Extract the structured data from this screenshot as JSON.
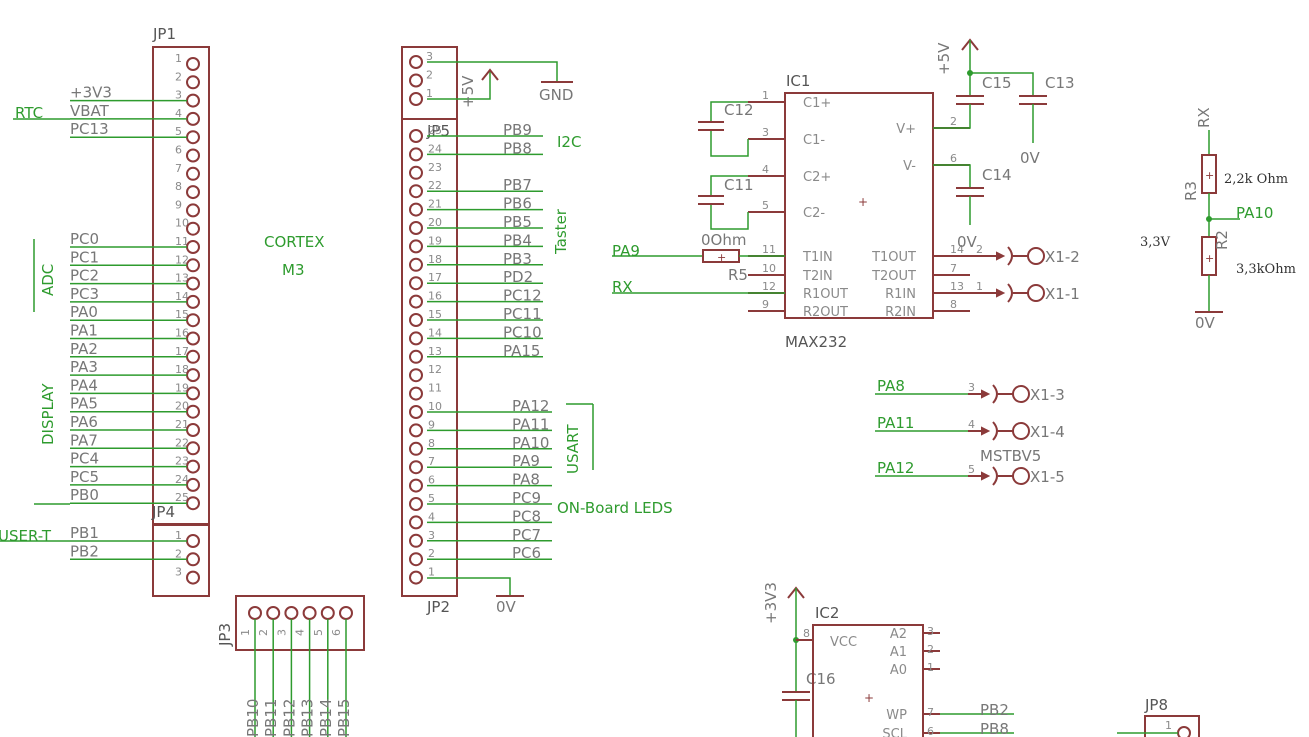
{
  "jp1": {
    "name": "JP1",
    "pins": [
      {
        "n": "1",
        "net": ""
      },
      {
        "n": "2",
        "net": ""
      },
      {
        "n": "3",
        "net": "+3V3"
      },
      {
        "n": "4",
        "net": "VBAT"
      },
      {
        "n": "5",
        "net": "PC13"
      },
      {
        "n": "6",
        "net": ""
      },
      {
        "n": "7",
        "net": ""
      },
      {
        "n": "8",
        "net": ""
      },
      {
        "n": "9",
        "net": ""
      },
      {
        "n": "10",
        "net": ""
      },
      {
        "n": "11",
        "net": "PC0"
      },
      {
        "n": "12",
        "net": "PC1"
      },
      {
        "n": "13",
        "net": "PC2"
      },
      {
        "n": "14",
        "net": "PC3"
      },
      {
        "n": "15",
        "net": "PA0"
      },
      {
        "n": "16",
        "net": "PA1"
      },
      {
        "n": "17",
        "net": "PA2"
      },
      {
        "n": "18",
        "net": "PA3"
      },
      {
        "n": "19",
        "net": "PA4"
      },
      {
        "n": "20",
        "net": "PA5"
      },
      {
        "n": "21",
        "net": "PA6"
      },
      {
        "n": "22",
        "net": "PA7"
      },
      {
        "n": "23",
        "net": "PC4"
      },
      {
        "n": "24",
        "net": "PC5"
      },
      {
        "n": "25",
        "net": "PB0"
      }
    ]
  },
  "jp4": {
    "name": "JP4",
    "pins": [
      {
        "n": "1",
        "net": "PB1"
      },
      {
        "n": "2",
        "net": "PB2"
      },
      {
        "n": "3",
        "net": ""
      }
    ]
  },
  "jp5": {
    "name": "JP5",
    "pins": [
      {
        "n": "3"
      },
      {
        "n": "2"
      },
      {
        "n": "1"
      }
    ],
    "net_5v": "+5V",
    "net_gnd": "GND"
  },
  "jp2": {
    "name": "JP2",
    "pins": [
      {
        "n": "25",
        "net": "PB9"
      },
      {
        "n": "24",
        "net": "PB8"
      },
      {
        "n": "23",
        "net": ""
      },
      {
        "n": "22",
        "net": "PB7"
      },
      {
        "n": "21",
        "net": "PB6"
      },
      {
        "n": "20",
        "net": "PB5"
      },
      {
        "n": "19",
        "net": "PB4"
      },
      {
        "n": "18",
        "net": "PB3"
      },
      {
        "n": "17",
        "net": "PD2"
      },
      {
        "n": "16",
        "net": "PC12"
      },
      {
        "n": "15",
        "net": "PC11"
      },
      {
        "n": "14",
        "net": "PC10"
      },
      {
        "n": "13",
        "net": "PA15"
      },
      {
        "n": "12",
        "net": ""
      },
      {
        "n": "11",
        "net": ""
      },
      {
        "n": "10",
        "net": "PA12"
      },
      {
        "n": "9",
        "net": "PA11"
      },
      {
        "n": "8",
        "net": "PA10"
      },
      {
        "n": "7",
        "net": "PA9"
      },
      {
        "n": "6",
        "net": "PA8"
      },
      {
        "n": "5",
        "net": "PC9"
      },
      {
        "n": "4",
        "net": "PC8"
      },
      {
        "n": "3",
        "net": "PC7"
      },
      {
        "n": "2",
        "net": "PC6"
      },
      {
        "n": "1",
        "net": ""
      }
    ],
    "gnd": "0V"
  },
  "jp3": {
    "name": "JP3",
    "pins": [
      {
        "n": "1",
        "net": "PB10"
      },
      {
        "n": "2",
        "net": "PB11"
      },
      {
        "n": "3",
        "net": "PB12"
      },
      {
        "n": "4",
        "net": "PB13"
      },
      {
        "n": "5",
        "net": "PB14"
      },
      {
        "n": "6",
        "net": "PB15"
      }
    ]
  },
  "groups": {
    "rtc": "RTC",
    "adc": "ADC",
    "display": "DISPLAY",
    "user_t": "USER-T",
    "cortex": "CORTEX",
    "m3": "M3",
    "i2c": "I2C",
    "taster": "Taster",
    "usart": "USART",
    "leds": "ON-Board LEDS"
  },
  "ic1": {
    "name": "IC1",
    "type": "MAX232",
    "pins_left": [
      {
        "n": "1",
        "label": "C1+"
      },
      {
        "n": "3",
        "label": "C1-"
      },
      {
        "n": "4",
        "label": "C2+"
      },
      {
        "n": "5",
        "label": "C2-"
      },
      {
        "n": "11",
        "label": "T1IN"
      },
      {
        "n": "10",
        "label": "T2IN"
      },
      {
        "n": "12",
        "label": "R1OUT"
      },
      {
        "n": "9",
        "label": "R2OUT"
      }
    ],
    "pins_right": [
      {
        "n": "2",
        "label": "V+"
      },
      {
        "n": "6",
        "label": "V-"
      },
      {
        "n": "14",
        "label": "T1OUT"
      },
      {
        "n": "7",
        "label": "T2OUT"
      },
      {
        "n": "13",
        "label": "R1IN"
      },
      {
        "n": "8",
        "label": "R2IN"
      }
    ]
  },
  "caps": {
    "c11": "C11",
    "c12": "C12",
    "c13": "C13",
    "c14": "C14",
    "c15": "C15",
    "c16": "C16"
  },
  "r5": {
    "name": "R5",
    "value": "0Ohm"
  },
  "nets": {
    "pa9": "PA9",
    "rx": "RX",
    "p5v": "+5V",
    "gnd0": "0V",
    "pa8": "PA8",
    "pa11": "PA11",
    "pa12": "PA12",
    "pa10": "PA10",
    "p3v3": "+3V3"
  },
  "x1": {
    "connector": "MSTBV5",
    "p1": "X1-1",
    "p2": "X1-2",
    "p3": "X1-3",
    "p4": "X1-4",
    "p5": "X1-5",
    "n1": "1",
    "n2": "2",
    "n3": "3",
    "n4": "4",
    "n5": "5"
  },
  "divider": {
    "rx": "RX",
    "r3": "R3",
    "r3_val": "2,2k Ohm",
    "r2": "R2",
    "r2_val": "3,3kOhm",
    "pa10": "PA10",
    "v33": "3,3V",
    "gnd": "0V"
  },
  "ic2": {
    "name": "IC2",
    "pins_left": [
      {
        "n": "8",
        "label": "VCC"
      }
    ],
    "pins_right": [
      {
        "n": "3",
        "label": "A2"
      },
      {
        "n": "2",
        "label": "A1"
      },
      {
        "n": "1",
        "label": "A0"
      },
      {
        "n": "7",
        "label": "WP",
        "net": "PB2"
      },
      {
        "n": "6",
        "label": "SCL",
        "net": "PB8"
      }
    ]
  },
  "jp8": {
    "name": "JP8",
    "pin1": "1"
  },
  "colors": {
    "wire": "#2e9b2e",
    "part": "#8b3a3a",
    "text": "#777777"
  }
}
